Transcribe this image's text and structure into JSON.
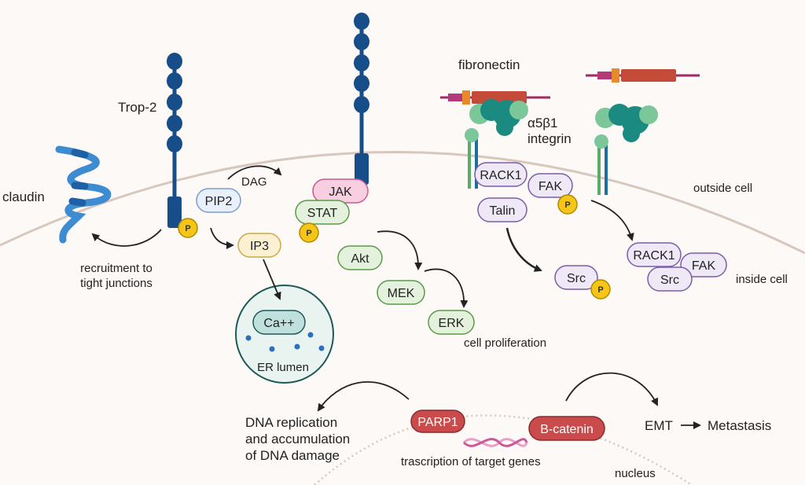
{
  "colors": {
    "background": "#fdf9f7",
    "membrane": "#d8c7bd",
    "receptor": "#174e8a",
    "phospho": "#f5c518",
    "green_pill": "#e4f1dc",
    "green_stroke": "#5a9a48",
    "purple_pill": "#efe9f7",
    "purple_stroke": "#7a5ca8",
    "pink_pill": "#f7cfe0",
    "pink_stroke": "#c85a8e",
    "yellow_pill": "#fbf1d2",
    "yellow_stroke": "#c8a94a",
    "blue_pill": "#e8f0fb",
    "blue_stroke": "#7b9ccf",
    "red_pill": "#c94b4b",
    "er_fill": "#e9f4f1",
    "er_stroke": "#1d5a56",
    "integrin_teal": "#1b8a80",
    "integrin_light": "#7cc79a"
  },
  "icons": [
    "phosphate-icon",
    "dna-helix-icon",
    "integrin-icon",
    "fibronectin-icon",
    "trop2-receptor-icon",
    "claudin-icon"
  ],
  "labels": {
    "trop2": "Trop-2",
    "claudin": "claudin",
    "recruitment_1": "recruitment to",
    "recruitment_2": "tight junctions",
    "dag": "DAG",
    "fibronectin": "fibronectin",
    "integrin_1": "α5β1",
    "integrin_2": "integrin",
    "outside_cell": "outside cell",
    "inside_cell": "inside cell",
    "cell_proliferation": "cell proliferation",
    "er_lumen": "ER lumen",
    "dna_1": "DNA replication",
    "dna_2": "and accumulation",
    "dna_3": "of DNA damage",
    "transcription": "trascription of target genes",
    "nucleus": "nucleus",
    "emt": "EMT",
    "metastasis": "Metastasis",
    "phospho": "P"
  },
  "nodes": {
    "pip2": "PIP2",
    "ip3": "IP3",
    "jak": "JAK",
    "stat": "STAT",
    "akt": "Akt",
    "mek": "MEK",
    "erk": "ERK",
    "ca": "Ca++",
    "rack1": "RACK1",
    "fak": "FAK",
    "talin": "Talin",
    "src": "Src",
    "rack1_b": "RACK1",
    "fak_b": "FAK",
    "src_b": "Src",
    "parp1": "PARP1",
    "bcatenin": "B-catenin"
  }
}
